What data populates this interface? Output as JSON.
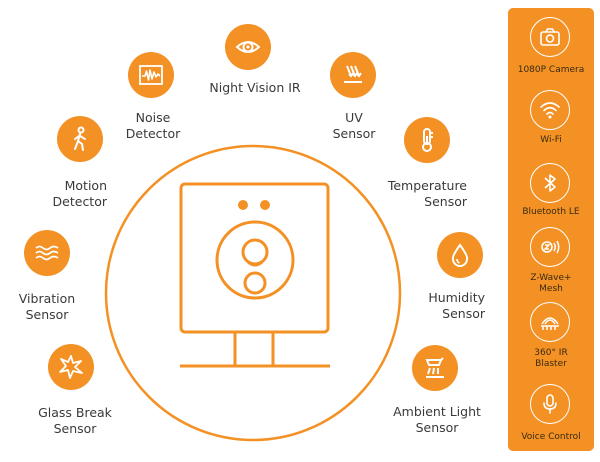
{
  "colors": {
    "accent": "#f39125",
    "accent_dark": "#e8841a",
    "text": "#3a3a3a",
    "sidebar_text": "#3a2a10"
  },
  "sensors": [
    {
      "id": "night-vision",
      "label": "Night Vision IR",
      "icon": "eye-icon"
    },
    {
      "id": "uv",
      "label": "UV\nSensor",
      "icon": "uv-rays-icon"
    },
    {
      "id": "temperature",
      "label": "Temperature\nSensor",
      "icon": "thermometer-icon"
    },
    {
      "id": "humidity",
      "label": "Humidity\nSensor",
      "icon": "water-drop-icon"
    },
    {
      "id": "ambient-light",
      "label": "Ambient Light\nSensor",
      "icon": "lamp-icon"
    },
    {
      "id": "glass-break",
      "label": "Glass Break\nSensor",
      "icon": "shatter-icon"
    },
    {
      "id": "vibration",
      "label": "Vibration\nSensor",
      "icon": "waves-icon"
    },
    {
      "id": "motion",
      "label": "Motion\nDetector",
      "icon": "walking-person-icon"
    },
    {
      "id": "noise",
      "label": "Noise\nDetector",
      "icon": "sound-wave-icon"
    }
  ],
  "features": [
    {
      "id": "camera",
      "label": "1080P Camera",
      "icon": "camera-icon"
    },
    {
      "id": "wifi",
      "label": "Wi-Fi",
      "icon": "wifi-icon"
    },
    {
      "id": "bluetooth",
      "label": "Bluetooth LE",
      "icon": "bluetooth-icon"
    },
    {
      "id": "zwave",
      "label": "Z-Wave+\nMesh",
      "icon": "zwave-icon"
    },
    {
      "id": "ir-blaster",
      "label": "360° IR\nBlaster",
      "icon": "ir-blaster-icon"
    },
    {
      "id": "voice",
      "label": "Voice Control",
      "icon": "microphone-icon"
    }
  ]
}
